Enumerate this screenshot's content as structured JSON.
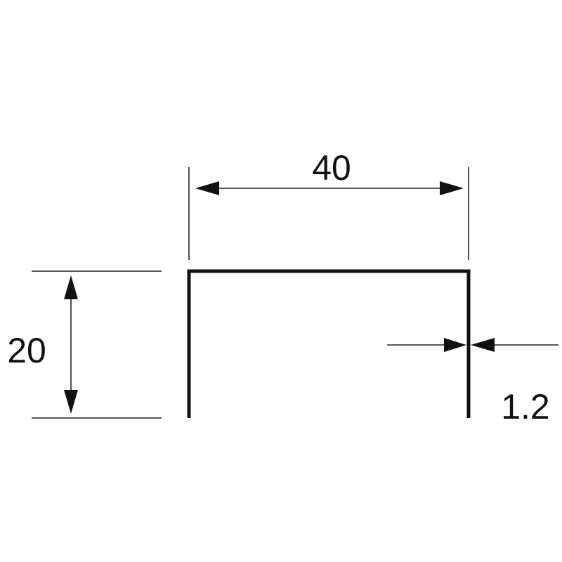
{
  "diagram": {
    "profile_shape": "channel",
    "dimensions": {
      "width": "40",
      "height": "20",
      "thickness": "1.2"
    },
    "colors": {
      "line": "#111111",
      "background": "#ffffff"
    }
  }
}
